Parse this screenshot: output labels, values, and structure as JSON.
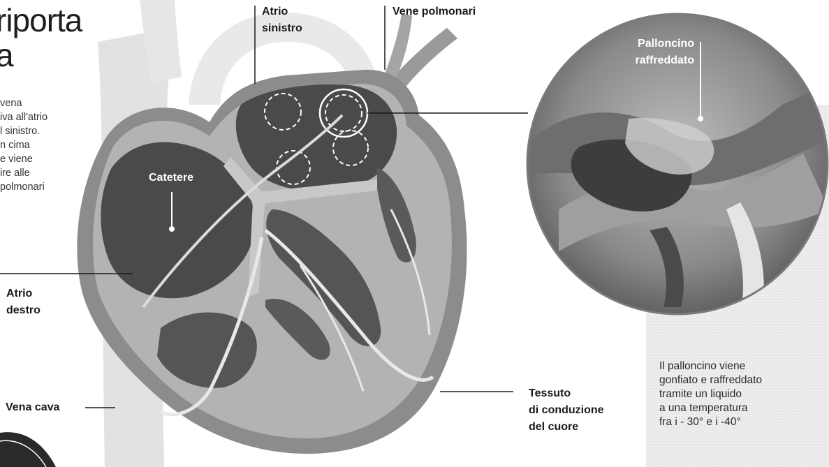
{
  "title_lines": [
    "riporta",
    "a"
  ],
  "intro_lines": [
    "vena",
    "iva all'atrio",
    "l sinistro.",
    "n cima",
    "e viene",
    "ire alle",
    "polmonari"
  ],
  "labels": {
    "atrio_sinistro": [
      "Atrio",
      "sinistro"
    ],
    "vene_polmonari": "Vene polmonari",
    "palloncino": [
      "Palloncino",
      "raffreddato"
    ],
    "catetere": "Catetere",
    "atrio_destro": [
      "Atrio",
      "destro"
    ],
    "vena_cava": "Vena cava",
    "tessuto": [
      "Tessuto",
      "di conduzione",
      "del cuore"
    ]
  },
  "caption_lines": [
    "Il palloncino viene",
    "gonfiato e raffreddato",
    "tramite un liquido",
    "a una temperatura",
    "fra i - 30° e i  -40°"
  ],
  "colors": {
    "heart_outer": "#8c8c8c",
    "heart_wall": "#b3b3b3",
    "chamber": "#4a4a4a",
    "vein": "#e3e3e3",
    "caption_bg": "#ececec"
  }
}
